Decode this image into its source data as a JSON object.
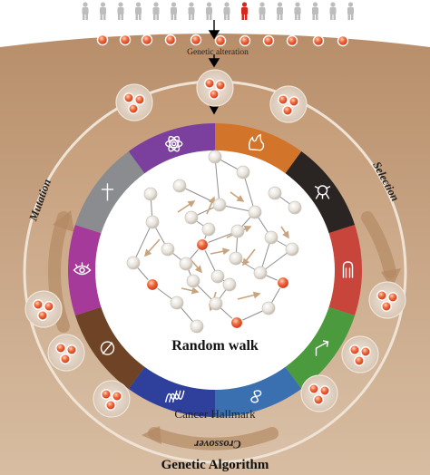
{
  "labels": {
    "genetic_alteration": "Genetic alteration",
    "mutation": "Mutation",
    "selection": "Selection",
    "crossover": "Crossover",
    "random_walk": "Random walk",
    "cancer_hallmark": "Cancer Hallmark",
    "genetic_algorithm": "Genetic Algorithm"
  },
  "people": {
    "count": 16,
    "highlighted_index": 9,
    "person_color": "#bdbdbd",
    "highlight_color": "#d7261e"
  },
  "segments": [
    {
      "name": "hallmark-segment-orange",
      "color": "#d2742a",
      "icon": "flame-icon"
    },
    {
      "name": "hallmark-segment-black",
      "color": "#2a2522",
      "icon": "immune-cell-icon"
    },
    {
      "name": "hallmark-segment-red",
      "color": "#c8453b",
      "icon": "receptor-icon"
    },
    {
      "name": "hallmark-segment-green",
      "color": "#4c9a3e",
      "icon": "arrow-up-right-icon"
    },
    {
      "name": "hallmark-segment-blue",
      "color": "#3a6fb0",
      "icon": "infinity-icon"
    },
    {
      "name": "hallmark-segment-indigo",
      "color": "#2f3f9c",
      "icon": "dna-icon"
    },
    {
      "name": "hallmark-segment-brown",
      "color": "#6e4326",
      "icon": "null-sign-icon"
    },
    {
      "name": "hallmark-segment-magenta",
      "color": "#a53a9a",
      "icon": "eye-icon"
    },
    {
      "name": "hallmark-segment-gray",
      "color": "#8a8c8f",
      "icon": "cross-icon"
    },
    {
      "name": "hallmark-segment-purple",
      "color": "#7b3f9e",
      "icon": "atom-icon"
    }
  ],
  "colors": {
    "background_band": "#c9a483",
    "ring_fill": "#c7a07d",
    "ring_border": "#e9d9c8",
    "cell": "#e8492b",
    "node": "#e2ded7",
    "edge": "#8f8f8f",
    "walk_arrow": "#c7a47e"
  }
}
